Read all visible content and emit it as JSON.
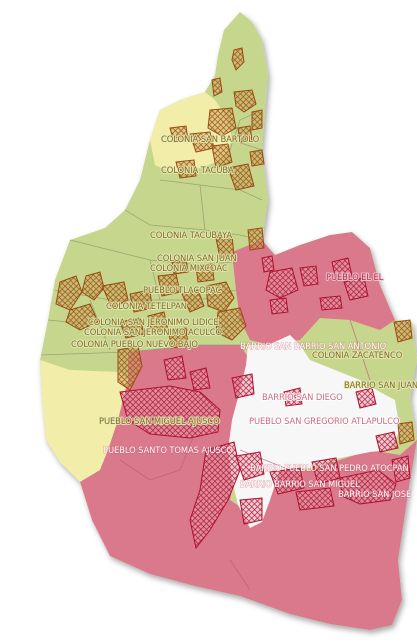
{
  "colors": {
    "green": "#c6d68c",
    "yellow": "#f2eeaa",
    "pink": "#d9798b",
    "white": "#f7f7f7",
    "border": "#8e9a6a",
    "hatch_brown": "#9b4a12",
    "hatch_red": "#b0102e"
  },
  "labels": [
    {
      "id": "colonia-san-bartolo",
      "text": "COLONIA SAN BARTOLO",
      "style": "olive"
    },
    {
      "id": "colonia-tacuba",
      "text": "COLONIA TACUBA",
      "style": "olive"
    },
    {
      "id": "colonia-tacubaya",
      "text": "COLONIA TACUBAYA",
      "style": "olive"
    },
    {
      "id": "colonia-san-juan",
      "text": "COLONIA SAN JUAN",
      "style": "olive"
    },
    {
      "id": "colonia-mixcoac",
      "text": "COLONIA MIXCOAC",
      "style": "olive"
    },
    {
      "id": "pueblo-tlacopac",
      "text": "PUEBLO TLACOPAC",
      "style": "olive"
    },
    {
      "id": "colonia-tetelpan",
      "text": "COLONIA TETELPAN",
      "style": "olive"
    },
    {
      "id": "colonia-san-jeronimo-lidice",
      "text": "COLONIA SAN JERONIMO LIDICE",
      "style": "olive"
    },
    {
      "id": "colonia-san-jeronimo-aculco",
      "text": "COLONIA SAN JERONIMO ACULCO",
      "style": "olive"
    },
    {
      "id": "colonia-pueblo-nuevo-bajo",
      "text": "COLONIA PUEBLO NUEVO BAJO",
      "style": "olive"
    },
    {
      "id": "pueblo-el-el",
      "text": "PUEBLO EL EL",
      "style": "rose"
    },
    {
      "id": "barrio-san-barrio-san-antonio",
      "text": "BARRIO SAN BARRIO SAN ANTONIO",
      "style": "white"
    },
    {
      "id": "colonia-zacatenco",
      "text": "COLONIA ZACATENCO",
      "style": "olive"
    },
    {
      "id": "barrio-san-juan",
      "text": "BARRIO SAN JUAN",
      "style": "olive"
    },
    {
      "id": "barrio-san-diego",
      "text": "BARRIO SAN DIEGO",
      "style": "wrose"
    },
    {
      "id": "pueblo-san-gregorio-atlapulco",
      "text": "PUEBLO SAN GREGORIO ATLAPULCO",
      "style": "wrose"
    },
    {
      "id": "pueblo-san-miguel-ajusco",
      "text": "PUEBLO SAN MIGUEL AJUSCO",
      "style": "olive"
    },
    {
      "id": "pueblo-santo-tomas-ajusco",
      "text": "PUEBLO SANTO TOMAS AJUSCO",
      "style": "white"
    },
    {
      "id": "barrio-pueblo-san-pedro-atocpan",
      "text": "BARRIO PUEBLO SAN PEDRO ATOCPAN",
      "style": "white"
    },
    {
      "id": "barrio-barrio-san-miguel",
      "text": "BARRIO BARRIO SAN MIGUEL",
      "style": "white"
    },
    {
      "id": "barrio-san-jose",
      "text": "BARRIO SAN JOSE",
      "style": "white"
    }
  ]
}
